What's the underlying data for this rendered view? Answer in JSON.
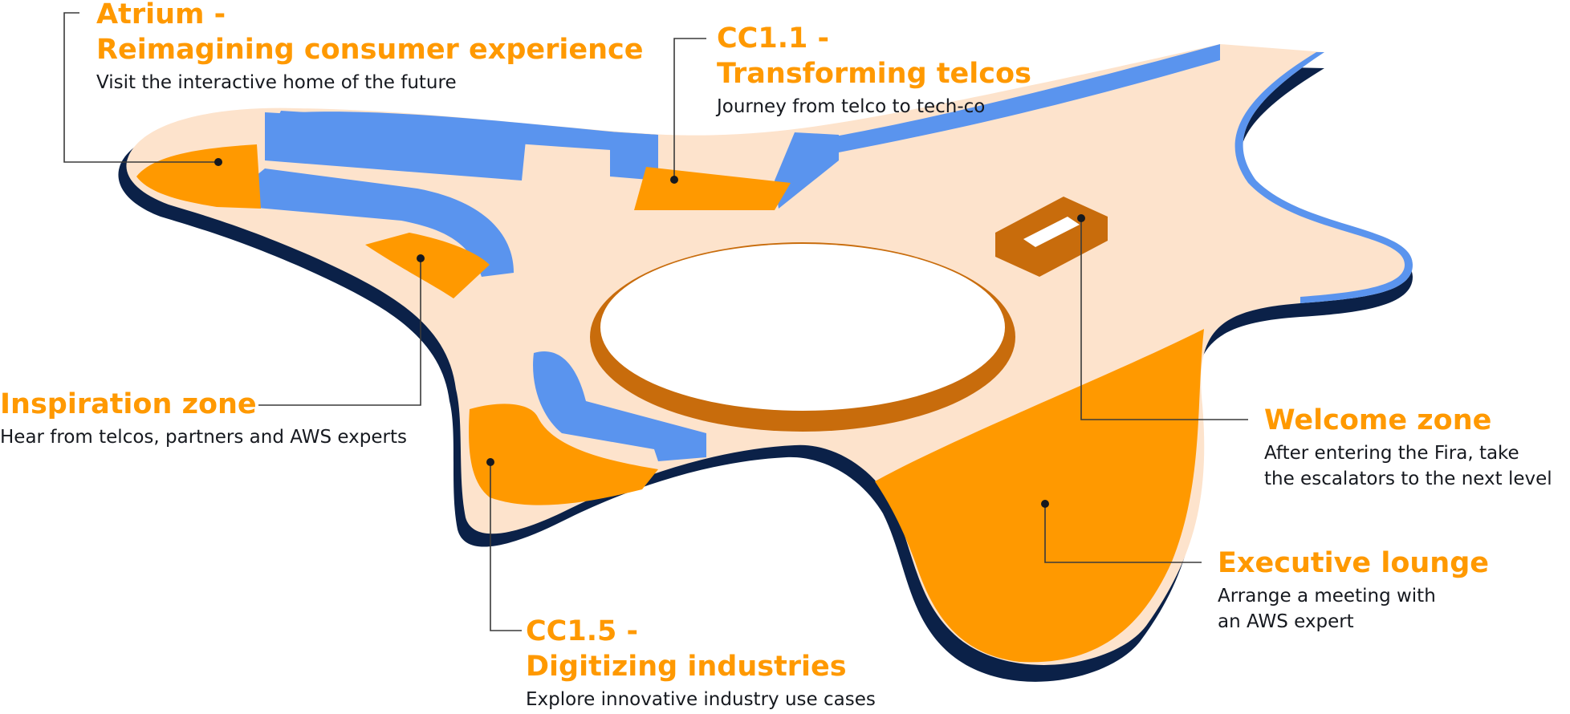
{
  "zones": [
    {
      "id": "atrium",
      "title_lines": [
        "Atrium -",
        "Reimagining consumer experience"
      ],
      "desc_lines": [
        "Visit the interactive home of the future"
      ]
    },
    {
      "id": "cc11",
      "title_lines": [
        "CC1.1 -",
        "Transforming telcos"
      ],
      "desc_lines": [
        "Journey from telco to tech-co"
      ]
    },
    {
      "id": "inspiration",
      "title_lines": [
        "Inspiration zone"
      ],
      "desc_lines": [
        "Hear from telcos, partners and AWS experts"
      ]
    },
    {
      "id": "welcome",
      "title_lines": [
        "Welcome zone"
      ],
      "desc_lines": [
        "After entering the Fira, take",
        "the escalators to the next level"
      ]
    },
    {
      "id": "executive",
      "title_lines": [
        "Executive lounge"
      ],
      "desc_lines": [
        "Arrange a meeting with",
        "an AWS expert"
      ]
    },
    {
      "id": "cc15",
      "title_lines": [
        "CC1.5 -",
        "Digitizing industries"
      ],
      "desc_lines": [
        "Explore innovative industry use cases"
      ]
    }
  ],
  "colors": {
    "accent": "#ff9900",
    "wall_blue": "#5a94ee",
    "wall_dark": "#0b2148",
    "floor": "#fde3cc",
    "ring": "#c86c0c",
    "text": "#16191f",
    "leader": "#3a3a3a"
  }
}
